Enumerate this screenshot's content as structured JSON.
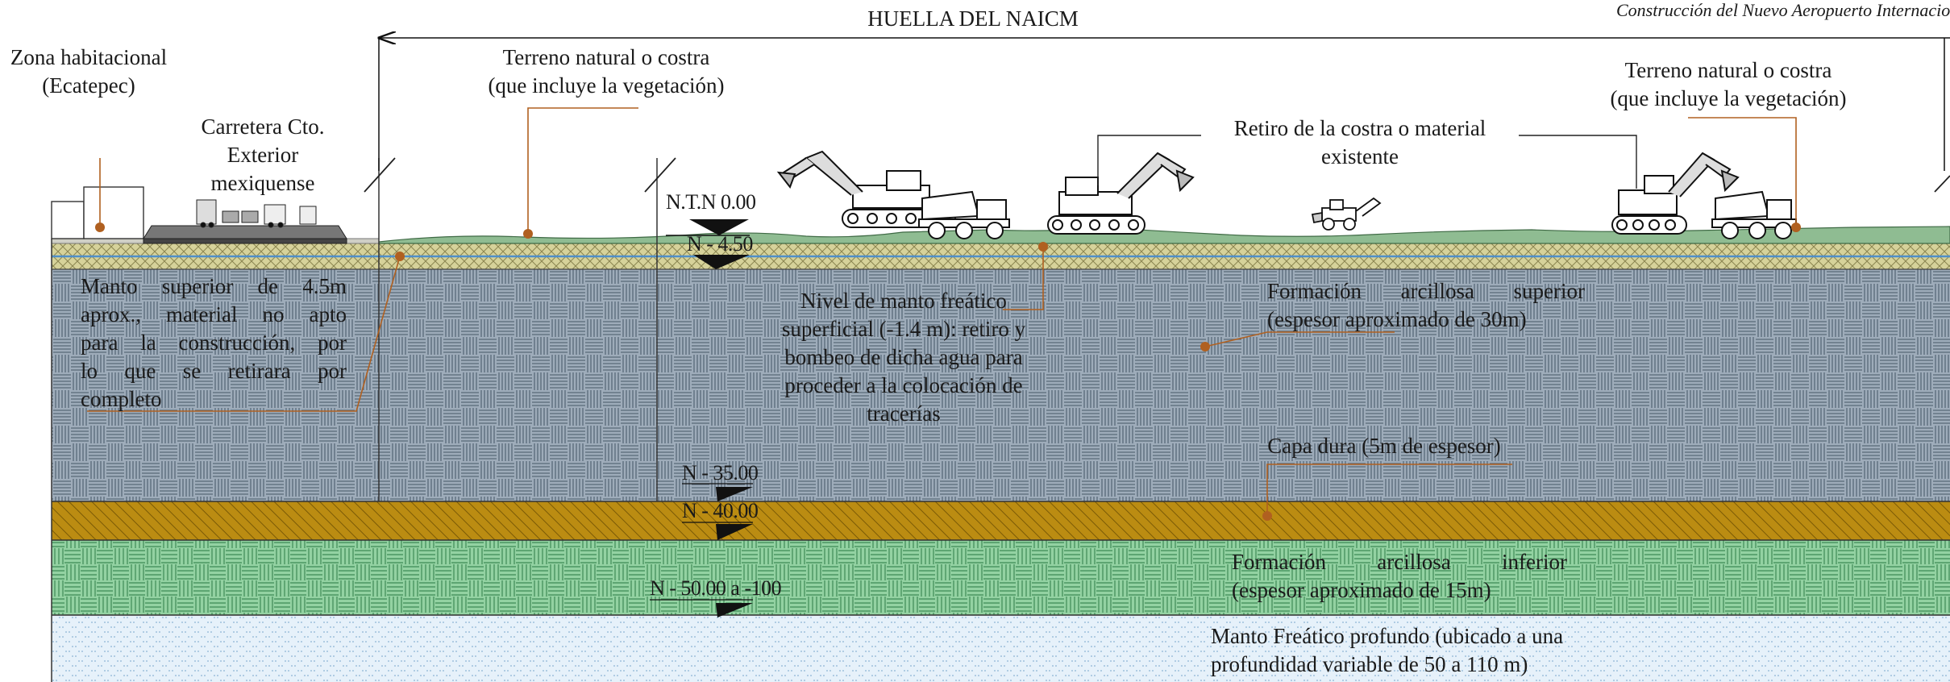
{
  "header": {
    "caption": "Construcción del Nuevo Aeropuerto Internacional",
    "footprint_title": "HUELLA DEL NAICM"
  },
  "surface_labels": {
    "zona": [
      "Zona habitacional",
      "(Ecatepec)"
    ],
    "carretera": [
      "Carretera Cto.",
      "Exterior",
      "mexiquense"
    ],
    "terreno_left": [
      "Terreno natural o costra",
      "(que incluye la vegetación)"
    ],
    "terreno_right": [
      "Terreno natural o costra",
      "(que incluye la vegetación)"
    ],
    "retiro": [
      "Retiro de la costra  o  material",
      "existente"
    ]
  },
  "levels": {
    "ntn": "N.T.N 0.00",
    "n450": "N - 4.50",
    "n35": "N - 35.00",
    "n40": "N - 40.00",
    "n50": "N - 50.00 a -100"
  },
  "layer_notes": {
    "manto_superior": [
      "Manto superior de 4.5m",
      "aprox., material no apto",
      "para la construcción, por",
      "lo que se retirara por",
      "completo"
    ],
    "nivel_freatico": [
      "Nivel de manto freático",
      "superficial (-1.4 m): retiro y",
      "bombeo de dicha agua para",
      "proceder a  la colocación de",
      "tracerías"
    ],
    "formacion_superior": [
      "Formación arcillosa superior",
      "(espesor aproximado de 30m)"
    ],
    "capa_dura": "Capa dura (5m de espesor)",
    "formacion_inferior": [
      "Formación arcillosa inferior",
      "(espesor aproximado de 15m)"
    ],
    "manto_profundo": [
      "Manto Freático profundo (ubicado a una",
      "profundidad variable de 50 a 110 m)"
    ]
  },
  "colors": {
    "clay_upper": "#9aa9b8",
    "hard_layer": "#b98a0e",
    "clay_lower": "#8fcf9e",
    "aquifer": "#e4f0fa",
    "crust": "#d8d5a0",
    "vegetation": "#8fb890",
    "leader": "#b06020"
  }
}
